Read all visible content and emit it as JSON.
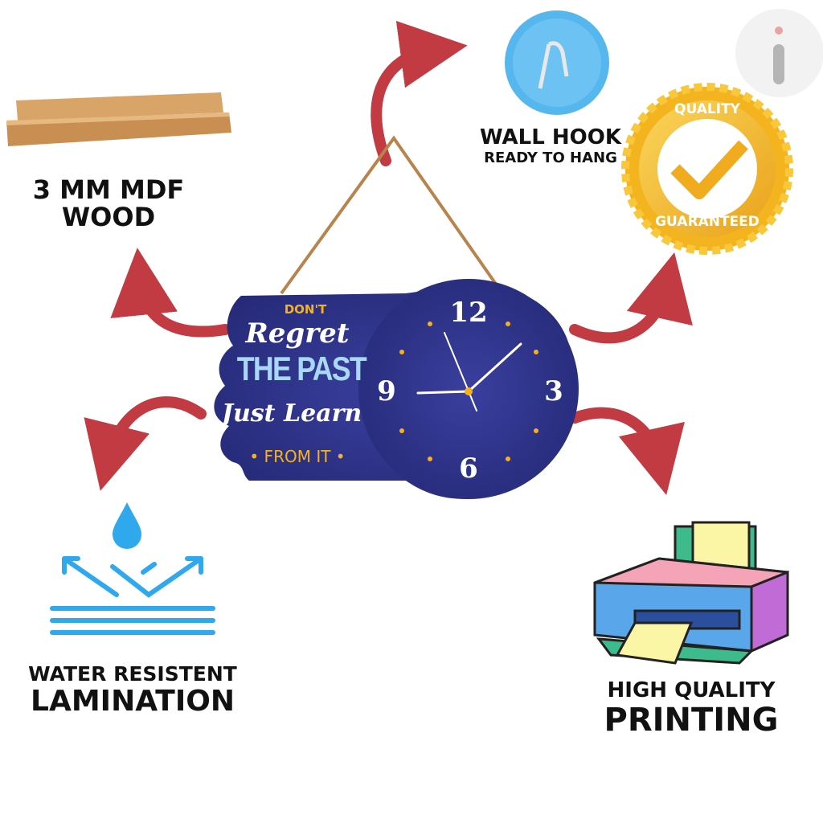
{
  "features": {
    "wood": {
      "line1": "3 MM MDF",
      "line2": "WOOD"
    },
    "hook": {
      "line1": "WALL HOOK",
      "line2": "READY TO HANG"
    },
    "quality_badge": {
      "top": "QUALITY",
      "bottom": "GUARANTEED"
    },
    "water": {
      "line1": "WATER RESISTENT",
      "line2": "LAMINATION"
    },
    "printing": {
      "line1": "HIGH QUALITY",
      "line2": "PRINTING"
    }
  },
  "product": {
    "quote": {
      "l1": "DON'T",
      "l2": "Regret",
      "l3": "THE PAST",
      "l4": "Just Learn",
      "l5": "• FROM IT •"
    },
    "numerals": {
      "n12": "12",
      "n3": "3",
      "n6": "6",
      "n9": "9"
    }
  },
  "colors": {
    "arrow": "#c23a42",
    "clock": "#2c2f86",
    "accent": "#f5b21a",
    "light_blue": "#a9d8f5",
    "water": "#2fa8ee"
  }
}
